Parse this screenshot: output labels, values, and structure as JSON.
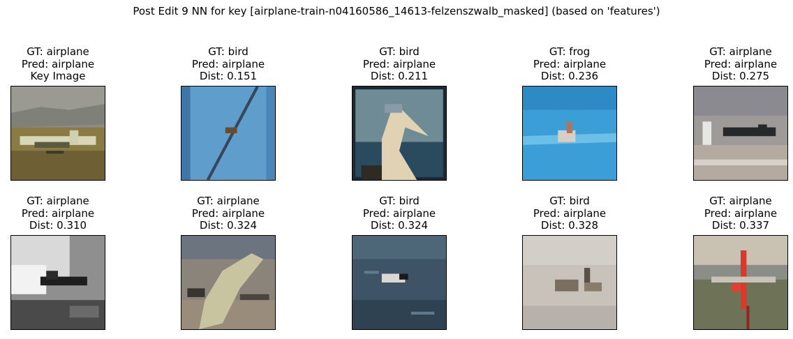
{
  "figure": {
    "title": "Post Edit 9 NN for key [airplane-train-n04160586_14613-felzenszwalb_masked] (based on 'features')"
  },
  "panels": [
    {
      "gt": "GT: airplane",
      "pred": "Pred: airplane",
      "extra": "Key Image",
      "scene": "key-airplane-field"
    },
    {
      "gt": "GT: bird",
      "pred": "Pred: airplane",
      "extra": "Dist: 0.151",
      "scene": "bird-on-wire"
    },
    {
      "gt": "GT: bird",
      "pred": "Pred: airplane",
      "extra": "Dist: 0.211",
      "scene": "heron-closeup"
    },
    {
      "gt": "GT: frog",
      "pred": "Pred: airplane",
      "extra": "Dist: 0.236",
      "scene": "frog-blue-water"
    },
    {
      "gt": "GT: airplane",
      "pred": "Pred: airplane",
      "extra": "Dist: 0.275",
      "scene": "jet-runway"
    },
    {
      "gt": "GT: airplane",
      "pred": "Pred: airplane",
      "extra": "Dist: 0.310",
      "scene": "plane-grayscale-clouds"
    },
    {
      "gt": "GT: airplane",
      "pred": "Pred: airplane",
      "extra": "Dist: 0.324",
      "scene": "airliner-nose"
    },
    {
      "gt": "GT: bird",
      "pred": "Pred: airplane",
      "extra": "Dist: 0.324",
      "scene": "bird-on-sea"
    },
    {
      "gt": "GT: bird",
      "pred": "Pred: airplane",
      "extra": "Dist: 0.328",
      "scene": "duck-pale-water"
    },
    {
      "gt": "GT: airplane",
      "pred": "Pred: airplane",
      "extra": "Dist: 0.337",
      "scene": "red-tail-plane"
    }
  ]
}
